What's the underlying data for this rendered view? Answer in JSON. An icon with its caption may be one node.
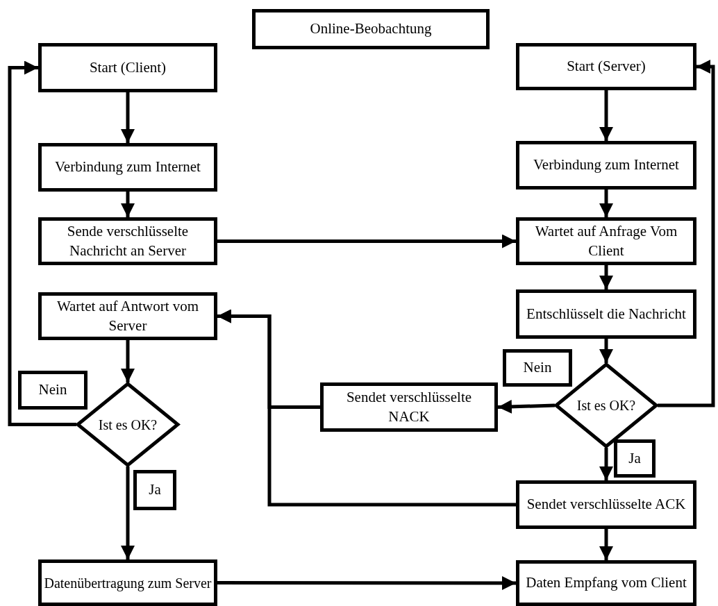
{
  "diagram": {
    "nodes": [
      {
        "text": [
          "Online-Beobachtung"
        ]
      },
      {
        "text": [
          "Start (Client)"
        ]
      },
      {
        "text": [
          "Start (Server)"
        ]
      },
      {
        "text": [
          "Verbindung zum Internet"
        ]
      },
      {
        "text": [
          "Verbindung zum Internet"
        ]
      },
      {
        "text": [
          "Sende verschlüsselte Nachricht an Server"
        ]
      },
      {
        "text": [
          "Wartet auf Anfrage Vom Client"
        ]
      },
      {
        "text": [
          "Wartet auf Antwort vom Server"
        ]
      },
      {
        "text": [
          "Entschlüsselt die Nachricht"
        ]
      },
      {
        "text": [
          "Nein"
        ]
      },
      {
        "text": [
          "Sendet verschlüsselte NACK"
        ]
      },
      {
        "text": [
          "Ist es OK?"
        ]
      },
      {
        "text": [
          "Nein"
        ]
      },
      {
        "text": [
          "Ist es OK?"
        ]
      },
      {
        "text": [
          "Ja"
        ]
      },
      {
        "text": [
          "Sendet verschlüsselte ACK"
        ]
      },
      {
        "text": [
          "Ja"
        ]
      },
      {
        "text": [
          "Datenübertragung zum Server"
        ]
      },
      {
        "text": [
          "Daten Empfang vom Client"
        ]
      }
    ],
    "edges": [
      {
        "from": 1,
        "to": 3,
        "arrow": "to"
      },
      {
        "from": 3,
        "to": 5,
        "arrow": "to"
      },
      {
        "from": 5,
        "to": 6,
        "arrow": "to"
      },
      {
        "from": 2,
        "to": 4,
        "arrow": "to"
      },
      {
        "from": 4,
        "to": 6,
        "arrow": "to"
      },
      {
        "from": 6,
        "to": 8,
        "arrow": "to"
      },
      {
        "from": 8,
        "to": 11,
        "arrow": "to"
      },
      {
        "from": 11,
        "to": 10,
        "arrow": "to"
      },
      {
        "from": 11,
        "to": 15,
        "arrow": "to"
      },
      {
        "from": 11,
        "to": 2,
        "arrow": "to"
      },
      {
        "from": 10,
        "to": 7,
        "arrow": "to"
      },
      {
        "from": 15,
        "to": 7,
        "arrow": "to"
      },
      {
        "from": 7,
        "to": 13,
        "arrow": "to"
      },
      {
        "from": 13,
        "to": 1,
        "arrow": "to"
      },
      {
        "from": 13,
        "to": 17,
        "arrow": "to"
      },
      {
        "from": 17,
        "to": 18,
        "arrow": "to"
      },
      {
        "from": 15,
        "to": 18,
        "arrow": "to"
      }
    ]
  }
}
